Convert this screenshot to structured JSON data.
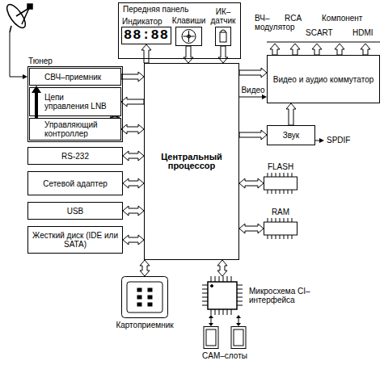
{
  "diagram": {
    "nodes": [
      {
        "text": [
          "Передняя панель"
        ]
      },
      {
        "text": [
          "Индикатор",
          "88:88"
        ],
        "in": 0
      },
      {
        "text": [
          "Клавиши"
        ],
        "in": 0
      },
      {
        "text": [
          "ИК– датчик"
        ],
        "in": 0
      },
      {
        "text": [
          "Тюнер"
        ]
      },
      {
        "text": [
          "СВЧ–приемник"
        ],
        "in": 4
      },
      {
        "text": [
          "Цепи управления LNB"
        ],
        "in": 4
      },
      {
        "text": [
          "Управляющий контроллер"
        ],
        "in": 4
      },
      {
        "text": [
          "RS-232"
        ]
      },
      {
        "text": [
          "Сетевой адаптер"
        ]
      },
      {
        "text": [
          "USB"
        ]
      },
      {
        "text": [
          "Жесткий диск (IDE или SATA)"
        ]
      },
      {
        "text": [
          "Центральный процессор"
        ]
      },
      {
        "text": [
          "Видео и аудио коммутатор"
        ]
      },
      {
        "text": [
          "Звук"
        ]
      },
      {
        "text": [
          "FLASH"
        ]
      },
      {
        "text": [
          "RAM"
        ]
      },
      {
        "text": [
          "Картоприемник"
        ]
      },
      {
        "text": [
          "Микросхема CI–интерфейса"
        ]
      },
      {
        "text": [
          "CAM–слоты"
        ]
      }
    ],
    "edges": [
      {
        "from": 12,
        "to": 1,
        "arrow": "to"
      },
      {
        "from": 2,
        "to": 12,
        "arrow": "to"
      },
      {
        "from": 3,
        "to": 12,
        "arrow": "to"
      },
      {
        "from": 7,
        "to": 5,
        "arrow": "to"
      },
      {
        "from": 7,
        "to": 6,
        "arrow": "to"
      },
      {
        "from": 5,
        "to": 12,
        "arrow": "to"
      },
      {
        "from": 12,
        "to": 6,
        "arrow": "to"
      },
      {
        "from": 7,
        "to": 12,
        "arrow": "both"
      },
      {
        "from": 8,
        "to": 12,
        "arrow": "both"
      },
      {
        "from": 9,
        "to": 12,
        "arrow": "both"
      },
      {
        "from": 10,
        "to": 12,
        "arrow": "both"
      },
      {
        "from": 11,
        "to": 12,
        "arrow": "both"
      },
      {
        "from": 12,
        "to": 13,
        "arrow": "to"
      },
      {
        "from": 12,
        "to": 13,
        "label": "Видео",
        "arrow": "to"
      },
      {
        "from": 12,
        "to": 14,
        "arrow": "to"
      },
      {
        "from": 14,
        "to": 13,
        "arrow": "to"
      },
      {
        "from": 12,
        "to": 15,
        "arrow": "both"
      },
      {
        "from": 12,
        "to": 16,
        "arrow": "both"
      },
      {
        "from": 12,
        "to": 17,
        "arrow": "both"
      },
      {
        "from": 12,
        "to": 18,
        "arrow": "both"
      },
      {
        "from": 18,
        "to": 19,
        "arrow": "both"
      },
      {
        "from": 18,
        "to": 19,
        "arrow": "both"
      }
    ],
    "labels": [
      "ВЧ– модулятор",
      "RCA",
      "Компонент",
      "SCART",
      "HDMI",
      "SPDIF"
    ]
  }
}
